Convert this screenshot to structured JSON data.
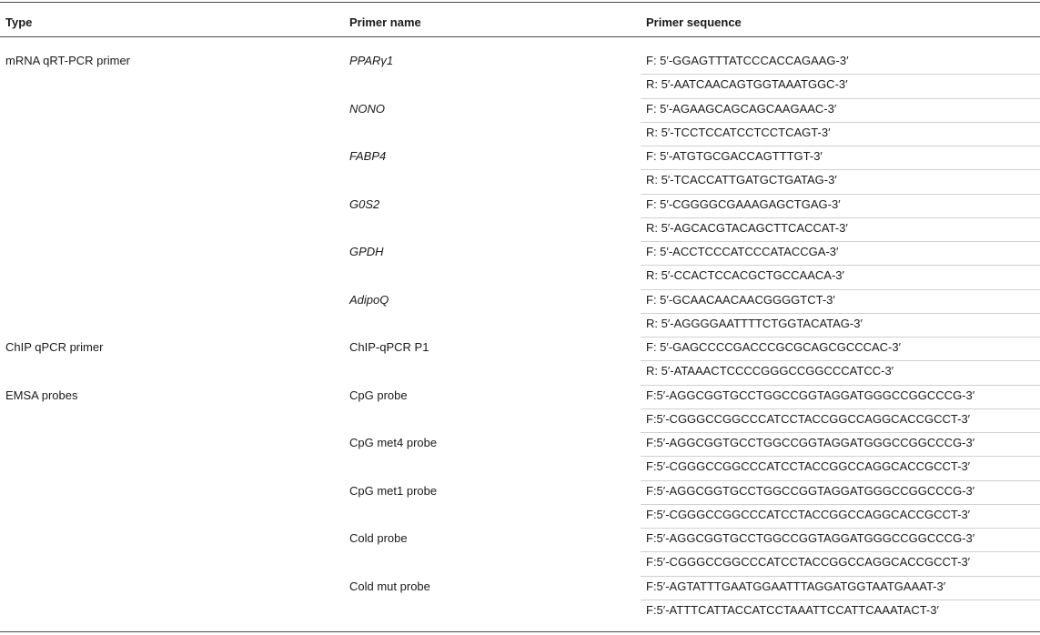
{
  "header": {
    "type": "Type",
    "primer_name": "Primer name",
    "primer_sequence": "Primer sequence"
  },
  "rows": [
    {
      "type": "mRNA qRT-PCR primer",
      "name": "PPARγ1",
      "italic": true,
      "seq": "F: 5′-GGAGTTTATCCCACCAGAAG-3′"
    },
    {
      "type": "",
      "name": "",
      "italic": false,
      "seq": "R: 5′-AATCAACAGTGGTAAATGGC-3′"
    },
    {
      "type": "",
      "name": "NONO",
      "italic": true,
      "seq": "F: 5′-AGAAGCAGCAGCAAGAAC-3′"
    },
    {
      "type": "",
      "name": "",
      "italic": false,
      "seq": "R: 5′-TCCTCCATCCTCCTCAGT-3′"
    },
    {
      "type": "",
      "name": "FABP4",
      "italic": true,
      "seq": "F: 5′-ATGTGCGACCAGTTTGT-3′"
    },
    {
      "type": "",
      "name": "",
      "italic": false,
      "seq": "R: 5′-TCACCATTGATGCTGATAG-3′"
    },
    {
      "type": "",
      "name": "G0S2",
      "italic": true,
      "seq": "F: 5′-CGGGGCGAAAGAGCTGAG-3′"
    },
    {
      "type": "",
      "name": "",
      "italic": false,
      "seq": "R: 5′-AGCACGTACAGCTTCACCAT-3′"
    },
    {
      "type": "",
      "name": "GPDH",
      "italic": true,
      "seq": "F: 5′-ACCTCCCATCCCATACCGA-3′"
    },
    {
      "type": "",
      "name": "",
      "italic": false,
      "seq": "R: 5′-CCACTCCACGCTGCCAACA-3′"
    },
    {
      "type": "",
      "name": "AdipoQ",
      "italic": true,
      "seq": "F: 5′-GCAACAACAACGGGGTCT-3′"
    },
    {
      "type": "",
      "name": "",
      "italic": false,
      "seq": "R: 5′-AGGGGAATTTTCTGGTACATAG-3′"
    },
    {
      "type": "ChIP qPCR primer",
      "name": "ChIP-qPCR P1",
      "italic": false,
      "seq": "F: 5′-GAGCCCCGACCCGCGCAGCGCCCAC-3′"
    },
    {
      "type": "",
      "name": "",
      "italic": false,
      "seq": "R: 5′-ATAAACTCCCCGGGCCGGCCCATCC-3′"
    },
    {
      "type": "EMSA probes",
      "name": "CpG probe",
      "italic": false,
      "seq": "F:5′-AGGCGGTGCCTGGCCGGTAGGATGGGCCGGCCCG-3′"
    },
    {
      "type": "",
      "name": "",
      "italic": false,
      "seq": "F:5′-CGGGCCGGCCCATCCTACCGGCCAGGCACCGCCT-3′"
    },
    {
      "type": "",
      "name": "CpG met4 probe",
      "italic": false,
      "seq": "F:5′-AGGCGGTGCCTGGCCGGTAGGATGGGCCGGCCCG-3′"
    },
    {
      "type": "",
      "name": "",
      "italic": false,
      "seq": "F:5′-CGGGCCGGCCCATCCTACCGGCCAGGCACCGCCT-3′"
    },
    {
      "type": "",
      "name": "CpG met1 probe",
      "italic": false,
      "seq": "F:5′-AGGCGGTGCCTGGCCGGTAGGATGGGCCGGCCCG-3′"
    },
    {
      "type": "",
      "name": "",
      "italic": false,
      "seq": "F:5′-CGGGCCGGCCCATCCTACCGGCCAGGCACCGCCT-3′"
    },
    {
      "type": "",
      "name": "Cold probe",
      "italic": false,
      "seq": "F:5′-AGGCGGTGCCTGGCCGGTAGGATGGGCCGGCCCG-3′"
    },
    {
      "type": "",
      "name": "",
      "italic": false,
      "seq": "F:5′-CGGGCCGGCCCATCCTACCGGCCAGGCACCGCCT-3′"
    },
    {
      "type": "",
      "name": "Cold mut probe",
      "italic": false,
      "seq": "F:5′-AGTATTTGAATGGAATTTAGGATGGTAATGAAAT-3′"
    },
    {
      "type": "",
      "name": "",
      "italic": false,
      "seq": "F:5′-ATTTCATTACCATCCTAAATTCCATTCAAATACT-3′"
    }
  ]
}
